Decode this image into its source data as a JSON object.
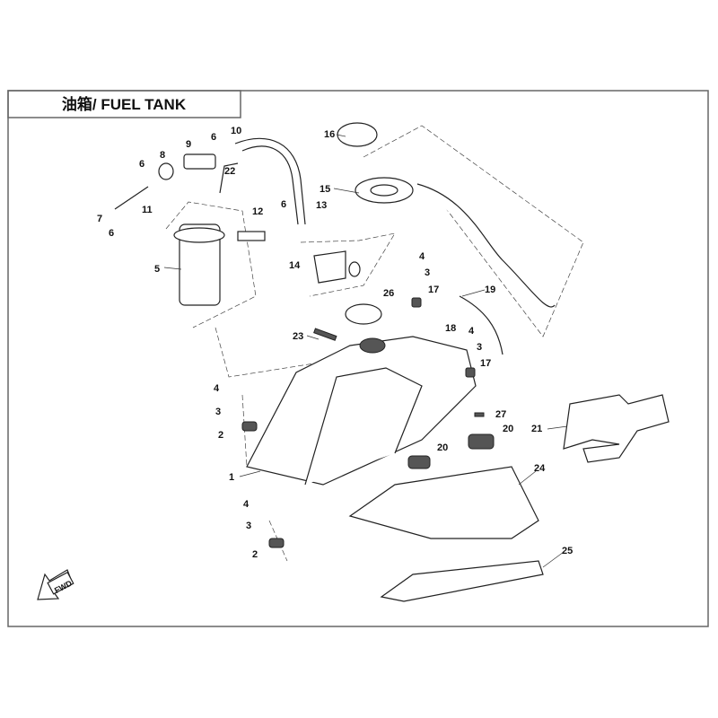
{
  "title": "油箱/ FUEL TANK",
  "fwd_label": "FWD",
  "labels": [
    "10",
    "16",
    "6",
    "9",
    "8",
    "6",
    "22",
    "15",
    "7",
    "6",
    "11",
    "12",
    "13",
    "6",
    "5",
    "14",
    "4",
    "3",
    "17",
    "19",
    "26",
    "18",
    "23",
    "4",
    "3",
    "17",
    "4",
    "3",
    "2",
    "27",
    "20",
    "21",
    "20",
    "24",
    "1",
    "4",
    "3",
    "2",
    "25"
  ]
}
